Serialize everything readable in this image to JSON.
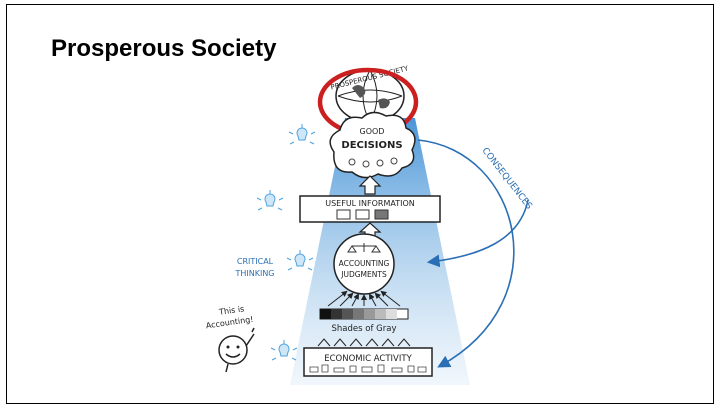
{
  "slide": {
    "title": "Prosperous Society"
  },
  "diagram": {
    "globe_label": "PROSPEROUS SOCIETY",
    "decisions_line1": "GOOD",
    "decisions_line2": "DECISIONS",
    "useful_information": "USEFUL INFORMATION",
    "accounting_line1": "ACCOUNTING",
    "accounting_line2": "JUDGMENTS",
    "shades_of_gray": "Shades of Gray",
    "economic_activity": "ECONOMIC ACTIVITY",
    "critical_line1": "CRITICAL",
    "critical_line2": "THINKING",
    "speech_line1": "This is",
    "speech_line2": "Accounting!",
    "consequences": "CONSEQUENCES"
  },
  "colors": {
    "beam": "#3f8fd6",
    "highlight_circle": "#cc1f1f",
    "arrow_blue": "#2a6fb5",
    "bulb_blue": "#4aa3df"
  }
}
